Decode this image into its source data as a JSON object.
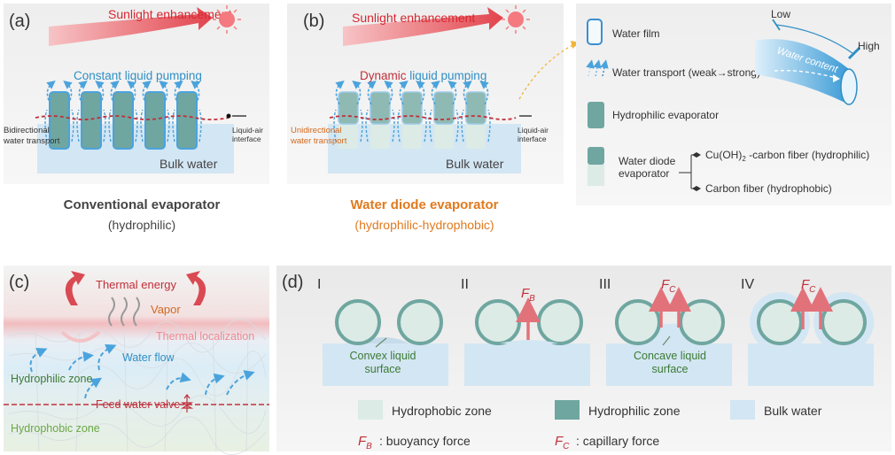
{
  "panel_a": {
    "label": "(a)",
    "sunlight": "Sunlight enhancement",
    "pumping": "Constant liquid pumping",
    "left_note": [
      "Bidirectional",
      "water transport"
    ],
    "right_note": [
      "Liquid-air",
      "interface"
    ],
    "bulk": "Bulk water",
    "title": "Conventional evaporator",
    "subtitle": "(hydrophilic)"
  },
  "panel_b": {
    "label": "(b)",
    "sunlight": "Sunlight enhancement",
    "pumping_dyn": "Dynamic",
    "pumping_rest": " liquid pumping",
    "left_note": [
      "Unidirectional",
      "water transport"
    ],
    "right_note": [
      "Liquid-air",
      "interface"
    ],
    "bulk": "Bulk water",
    "title": "Water diode evaporator",
    "subtitle": "(hydrophilic-hydrophobic)"
  },
  "legend_top": {
    "water_film": "Water film",
    "water_transport": "Water transport (weak→strong)",
    "hydrophilic_evap": "Hydrophilic evaporator",
    "water_diode": [
      "Water diode",
      "evaporator"
    ],
    "cu_fiber_pre": "Cu(OH)",
    "cu_fiber_sub": "2",
    "cu_fiber_post": " -carbon fiber (hydrophilic)",
    "carbon_fiber": "Carbon fiber (hydrophobic)",
    "low": "Low",
    "high": "High",
    "water_content": "Water content"
  },
  "panel_c": {
    "label": "(c)",
    "thermal_energy": "Thermal energy",
    "vapor": "Vapor",
    "thermal_localization": "Thermal localization",
    "water_flow": "Water flow",
    "hydrophilic_zone": "Hydrophilic zone",
    "feed_valve": "Feed water valve",
    "hydrophobic_zone": "Hydrophobic zone"
  },
  "panel_d": {
    "label": "(d)",
    "stages": [
      "I",
      "II",
      "III",
      "IV"
    ],
    "fb": "F",
    "fb_sub": "B",
    "fc": "F",
    "fc_sub": "C",
    "convex": [
      "Convex liquid",
      "surface"
    ],
    "concave": [
      "Concave liquid",
      "surface"
    ],
    "legend": {
      "hydrophobic": "Hydrophobic zone",
      "hydrophilic": "Hydrophilic zone",
      "bulk": "Bulk water",
      "fb_desc": ": buoyancy force",
      "fc_desc": ": capillary force"
    }
  },
  "colors": {
    "teal": "#6fa6a0",
    "teal_dark": "#4f8a84",
    "water_blue": "#d3e6f3",
    "pale_green": "#dcebe6",
    "red": "#c0303a",
    "blue_text": "#2f8fc5",
    "orange": "#d2691e"
  }
}
